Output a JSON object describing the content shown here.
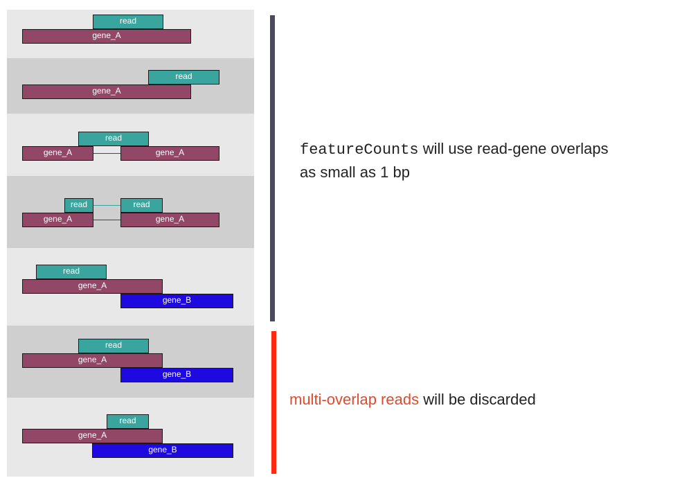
{
  "scenarios": [
    {
      "read_labels": [
        "read"
      ],
      "gene_labels": [
        "gene_A"
      ]
    },
    {
      "read_labels": [
        "read"
      ],
      "gene_labels": [
        "gene_A"
      ]
    },
    {
      "read_labels": [
        "read"
      ],
      "gene_labels": [
        "gene_A",
        "gene_A"
      ]
    },
    {
      "read_labels": [
        "read",
        "read"
      ],
      "gene_labels": [
        "gene_A",
        "gene_A"
      ]
    },
    {
      "read_labels": [
        "read"
      ],
      "gene_labels": [
        "gene_A",
        "gene_B"
      ]
    },
    {
      "read_labels": [
        "read"
      ],
      "gene_labels": [
        "gene_A",
        "gene_B"
      ]
    },
    {
      "read_labels": [
        "read"
      ],
      "gene_labels": [
        "gene_A",
        "gene_B"
      ]
    }
  ],
  "annotations": {
    "counted": {
      "code": "featureCounts",
      "line1_rest": " will use read-gene overlaps",
      "line2": "as small as 1 bp"
    },
    "discarded": {
      "highlight": "multi-overlap reads",
      "rest": " will be discarded"
    }
  },
  "colors": {
    "read": "#3aa59f",
    "gene_A": "#924766",
    "gene_B": "#1e0ae0",
    "bar_counted": "#4a4a5a",
    "bar_discarded": "#ff2a10",
    "highlight_text": "#e04a2e"
  }
}
